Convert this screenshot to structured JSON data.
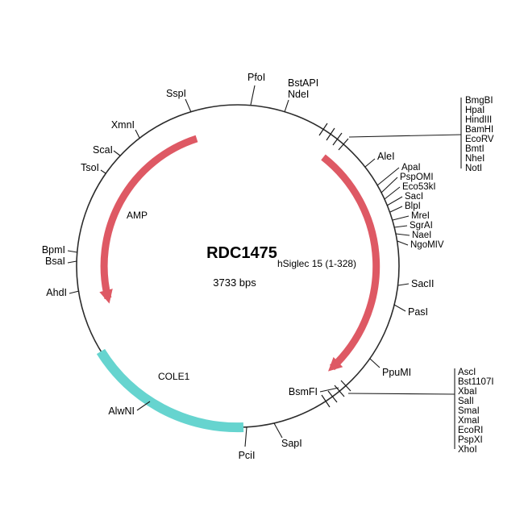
{
  "map": {
    "title": "RDC1475",
    "insert_label": "hSiglec 15 (1-328)",
    "size_label": "3733 bps"
  },
  "features": {
    "amp_label": "AMP",
    "cole1_label": "COLE1"
  },
  "colors": {
    "feature_red": "#de5964",
    "feature_teal": "#66d4cf",
    "backbone": "#2b2b2b",
    "title_text": "#1b1b6f"
  },
  "sites": {
    "pfoi": "PfoI",
    "bstapi": "BstAPI",
    "ndei": "NdeI",
    "sspi": "SspI",
    "xmni": "XmnI",
    "scai": "ScaI",
    "tsoi": "TsoI",
    "bpmi": "BpmI",
    "bsai": "BsaI",
    "ahdi": "AhdI",
    "alwni": "AlwNI",
    "pcii": "PciI",
    "sapi": "SapI",
    "bsmfi": "BsmFI",
    "ppumi": "PpuMI",
    "pasi": "PasI",
    "sacii": "SacII",
    "alei": "AleI"
  },
  "groups": {
    "mcs_top": [
      "BmgBI",
      "HpaI",
      "HindIII",
      "BamHI",
      "EcoRV",
      "BmtI",
      "NheI",
      "NotI"
    ],
    "cluster_right": [
      "ApaI",
      "PspOMI",
      "Eco53kI",
      "SacI",
      "BlpI",
      "MreI",
      "SgrAI",
      "NaeI",
      "NgoMIV"
    ],
    "mcs_bottom": [
      "AscI",
      "Bst1107I",
      "XbaI",
      "SalI",
      "SmaI",
      "XmaI",
      "EcoRI",
      "PspXI",
      "XhoI"
    ]
  }
}
